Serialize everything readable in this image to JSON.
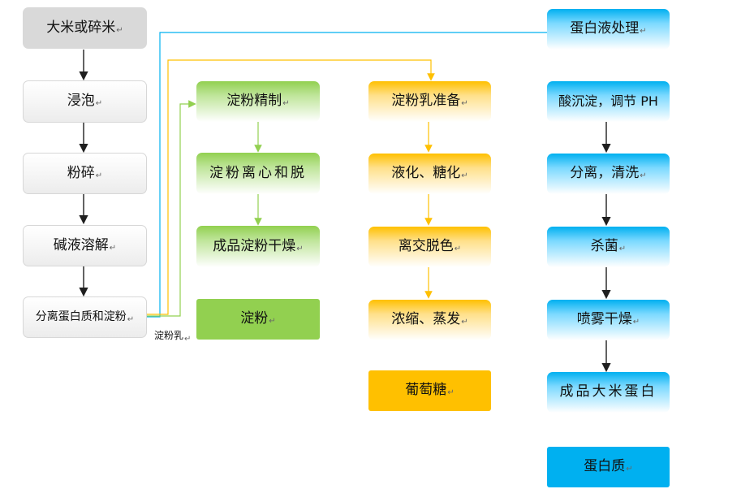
{
  "gray": {
    "head": "大米或碎米",
    "steps": [
      "浸泡",
      "粉碎",
      "碱液溶解",
      "分离蛋白质和淀粉"
    ]
  },
  "green": {
    "steps": [
      "淀粉精制",
      "淀粉离心和脱",
      "成品淀粉干燥"
    ],
    "final": "淀粉"
  },
  "orange": {
    "steps": [
      "淀粉乳准备",
      "液化、糖化",
      "离交脱色",
      "浓缩、蒸发"
    ],
    "final": "葡萄糖"
  },
  "blue": {
    "steps": [
      "蛋白液处理",
      "酸沉淀，调节 PH",
      "分离，清洗",
      "杀菌",
      "喷雾干燥",
      "成品大米蛋白"
    ],
    "final": "蛋白质"
  },
  "connector_label": "淀粉乳",
  "paragraph_mark": "↵",
  "colors": {
    "gray_head": "#d9d9d9",
    "gray_box": "#f2f2f2",
    "green": "#92d050",
    "orange": "#ffc000",
    "blue": "#00b0f0",
    "line_gray": "#1f1f1f",
    "line_green": "#92d050",
    "line_orange": "#ffc000",
    "line_blue": "#00b0f0"
  }
}
